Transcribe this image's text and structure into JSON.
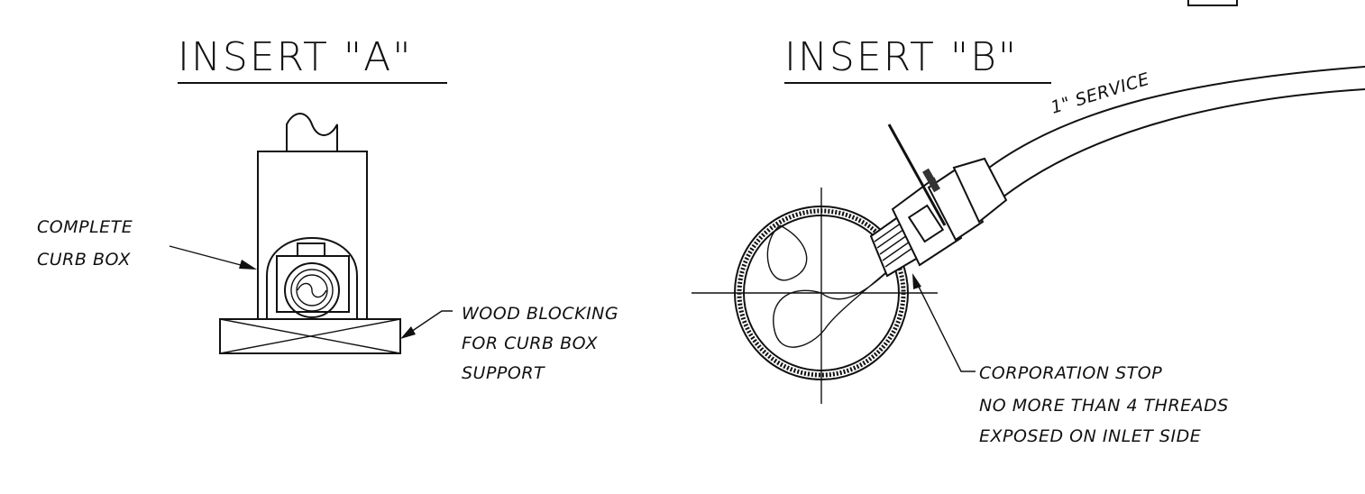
{
  "insert_a": {
    "title": "INSERT \"A\"",
    "label_curb_box_line1": "COMPLETE",
    "label_curb_box_line2": "CURB BOX",
    "label_wood_line1": "WOOD BLOCKING",
    "label_wood_line2": "FOR CURB BOX",
    "label_wood_line3": "SUPPORT"
  },
  "insert_b": {
    "title": "INSERT \"B\"",
    "label_service": "1\" SERVICE",
    "label_corp_line1": "CORPORATION STOP",
    "label_corp_line2": "NO MORE THAN 4 THREADS",
    "label_corp_line3": "EXPOSED ON INLET SIDE"
  }
}
